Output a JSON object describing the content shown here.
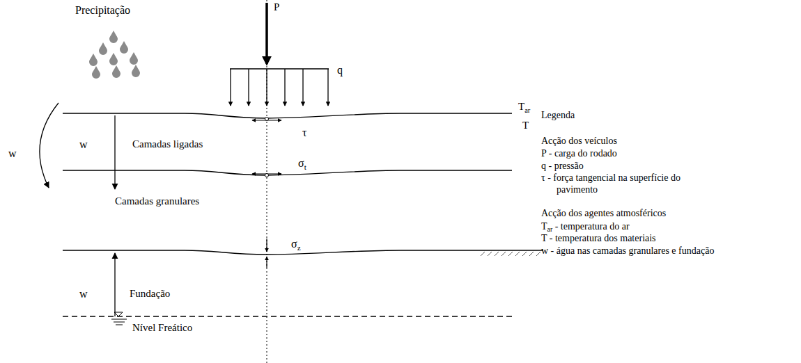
{
  "diagram": {
    "labels": [
      "Precipitação",
      "P",
      "q",
      "Tar",
      "T",
      "τ",
      "w",
      "Camadas ligadas",
      "w",
      "σt",
      "Camadas granulares",
      "σz",
      "w",
      "Fundação",
      "Nível Freático",
      "Legenda",
      "Acção dos veículos",
      "Acção dos agentes atmosféricos"
    ],
    "legend": [
      {
        "text": "P - carga do rodado"
      },
      {
        "text": "q - pressão"
      },
      {
        "text": "τ - força tangencial na superfície do pavimento"
      },
      {
        "text": "Tar - temperatura do ar"
      },
      {
        "text": "T - temperatura dos materiais"
      },
      {
        "text": "w - água nas camadas granulares e fundação"
      }
    ]
  }
}
